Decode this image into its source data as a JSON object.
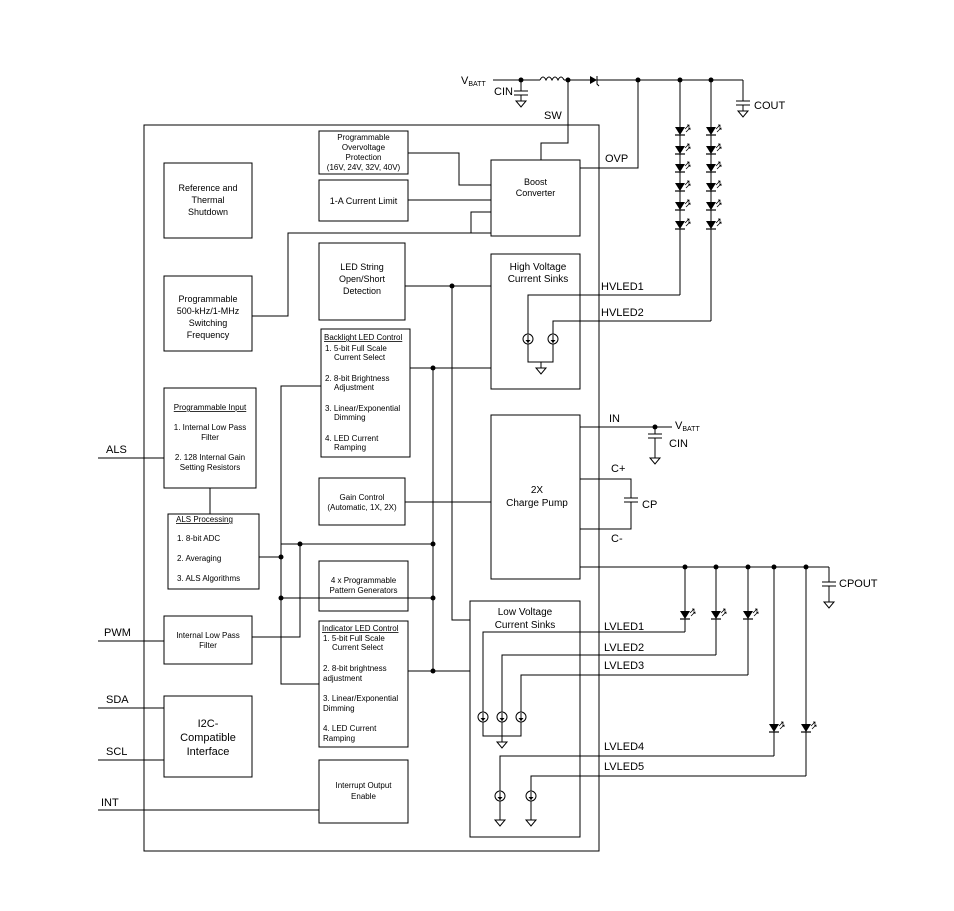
{
  "pins": {
    "vbatt_top": "V",
    "vbatt_top_sub": "BATT",
    "cin_top": "CIN",
    "sw": "SW",
    "cout": "COUT",
    "ovp": "OVP",
    "hvled1": "HVLED1",
    "hvled2": "HVLED2",
    "in": "IN",
    "vbatt_mid": "V",
    "vbatt_mid_sub": "BATT",
    "cin_mid": "CIN",
    "c_plus": "C+",
    "c_minus": "C-",
    "cp": "CP",
    "cpout": "CPOUT",
    "lvled1": "LVLED1",
    "lvled2": "LVLED2",
    "lvled3": "LVLED3",
    "lvled4": "LVLED4",
    "lvled5": "LVLED5",
    "als": "ALS",
    "pwm": "PWM",
    "sda": "SDA",
    "scl": "SCL",
    "int": "INT"
  },
  "blocks": {
    "ovp_block": [
      "Programmable",
      "Overvoltage",
      "Protection",
      "(16V, 24V, 32V, 40V)"
    ],
    "current_limit": [
      "1-A Current Limit"
    ],
    "boost": [
      "Boost",
      "Converter"
    ],
    "reference": [
      "Reference and",
      "Thermal",
      "Shutdown"
    ],
    "led_detect": [
      "LED String",
      "Open/Short",
      "Detection"
    ],
    "hv_sinks": [
      "High Voltage",
      "Current Sinks"
    ],
    "switching": [
      "Programmable",
      "500-kHz/1-MHz",
      "Switching",
      "Frequency"
    ],
    "backlight_title": "Backlight LED Control",
    "backlight_items": [
      "1. 5-bit Full Scale",
      "Current Select",
      "2. 8-bit Brightness",
      "Adjustment",
      "3. Linear/Exponential",
      "Dimming",
      "4. LED Current",
      "Ramping"
    ],
    "prog_input_title": "Programmable Input",
    "prog_input_items": [
      "1. Internal Low Pass",
      "Filter",
      "2.  128 Internal Gain",
      "Setting Resistors"
    ],
    "charge_pump": [
      "2X",
      "Charge Pump"
    ],
    "gain_control": [
      "Gain Control",
      "(Automatic, 1X, 2X)"
    ],
    "als_title": "ALS Processing",
    "als_items": [
      "1. 8-bit ADC",
      "2. Averaging",
      "3. ALS Algorithms"
    ],
    "pattern": [
      "4 x Programmable",
      "Pattern Generators"
    ],
    "lv_sinks": [
      "Low Voltage",
      "Current Sinks"
    ],
    "lpf": [
      "Internal Low Pass",
      "Filter"
    ],
    "indicator_title": "Indicator LED Control",
    "indicator_items": [
      "1. 5-bit Full Scale",
      "Current Select",
      "2. 8-bit brightness",
      "adjustment",
      "3. Linear/Exponential",
      "Dimming",
      "4. LED Current",
      "Ramping"
    ],
    "i2c": [
      "I2C-",
      "Compatible",
      "Interface"
    ],
    "interrupt": [
      "Interrupt Output",
      "Enable"
    ]
  }
}
